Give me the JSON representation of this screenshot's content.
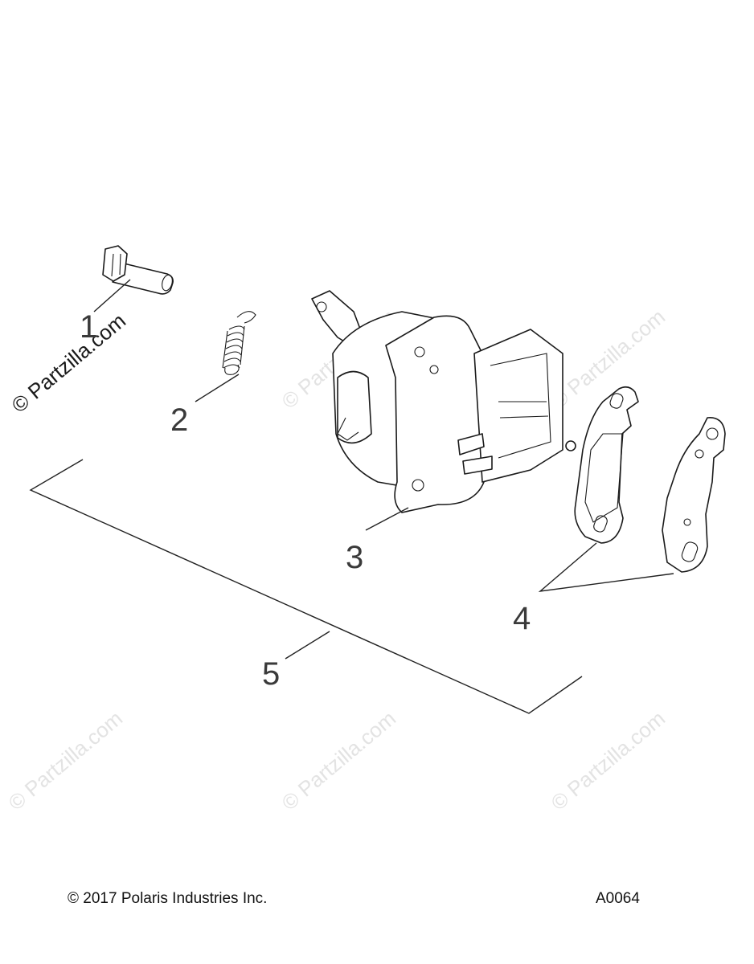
{
  "watermark": {
    "main_text": "© Partzilla.com",
    "faint_text": "© Partzilla.com"
  },
  "callouts": {
    "c1": "1",
    "c2": "2",
    "c3": "3",
    "c4": "4",
    "c5": "5"
  },
  "footer": {
    "copyright": "© 2017 Polaris Industries Inc.",
    "diagram_code": "A0064"
  }
}
